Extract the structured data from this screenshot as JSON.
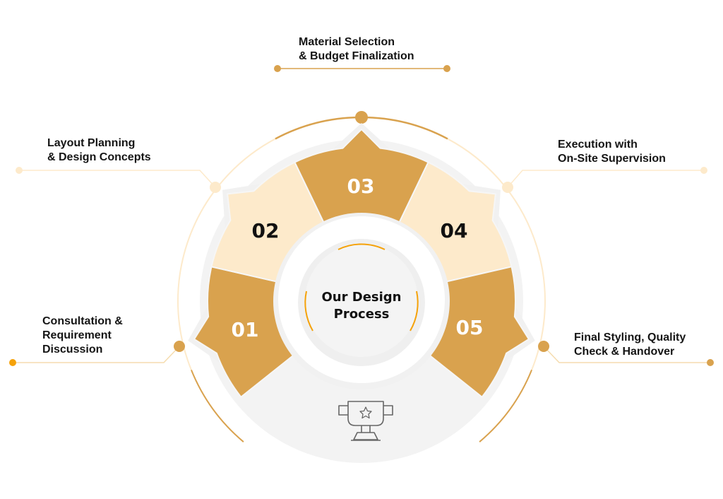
{
  "title": "Our Design Process",
  "title_lines": [
    "Our Design",
    "Process"
  ],
  "steps": [
    {
      "number": "01",
      "lines": [
        "Consultation &",
        "Requirement",
        "Discussion"
      ],
      "tone": "dark"
    },
    {
      "number": "02",
      "lines": [
        "Layout Planning",
        "& Design Concepts"
      ],
      "tone": "light"
    },
    {
      "number": "03",
      "lines": [
        "Material Selection",
        "& Budget Finalization"
      ],
      "tone": "dark"
    },
    {
      "number": "04",
      "lines": [
        "Execution with",
        "On-Site Supervision"
      ],
      "tone": "light"
    },
    {
      "number": "05",
      "lines": [
        "Final Styling, Quality",
        "Check & Handover"
      ],
      "tone": "dark"
    }
  ],
  "bottom_icon": "trophy-star-icon",
  "colors": {
    "dark": "#D9A24E",
    "light": "#FDEACB",
    "grey": "#F3F3F3",
    "accent": "#F5A20A",
    "text": "#151515"
  }
}
